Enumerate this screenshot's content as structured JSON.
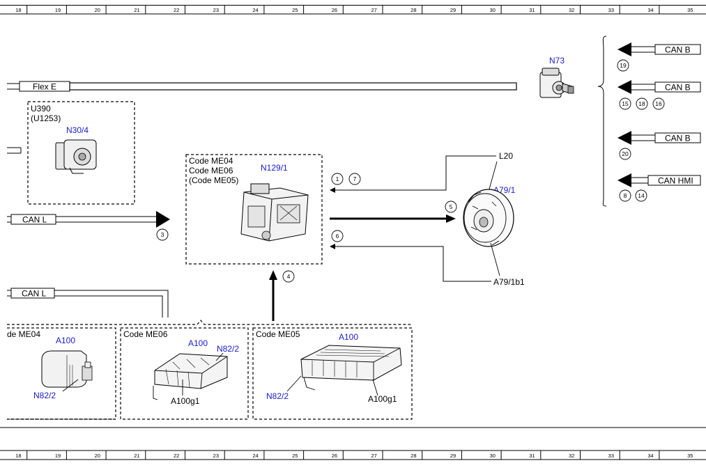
{
  "ruler": [
    "18",
    "19",
    "20",
    "21",
    "22",
    "23",
    "24",
    "25",
    "26",
    "27",
    "28",
    "29",
    "30",
    "31",
    "32",
    "33",
    "34",
    "35"
  ],
  "labels": {
    "flex_e": "Flex E",
    "can_l_1": "CAN L",
    "can_l_2": "CAN L",
    "can_b_1": "CAN B",
    "can_b_2": "CAN B",
    "can_b_3": "CAN B",
    "can_hmi": "CAN HMI",
    "n73": "N73",
    "u390": "U390",
    "u1253": "(U1253)",
    "n30_4": "N30/4",
    "code_me04": "Code ME04",
    "code_me06": "Code ME06",
    "code_me05_paren": "(Code ME05)",
    "n129_1": "N129/1",
    "l20": "L20",
    "a79_1": "A79/1",
    "a79_1b1": "A79/1b1",
    "me04_box_title": "de ME04",
    "me06_box_title": "Code ME06",
    "me05_box_title": "Code ME05",
    "a100_1": "A100",
    "a100_2": "A100",
    "a100_3": "A100",
    "n82_2_1": "N82/2",
    "n82_2_2": "N82/2",
    "n82_2_3": "N82/2",
    "a100g1_1": "A100g1",
    "a100g1_2": "A100g1"
  },
  "callouts": {
    "c1": "1",
    "c7": "7",
    "c3": "3",
    "c4": "4",
    "c5": "5",
    "c6": "6",
    "c19": "19",
    "c15": "15",
    "c18": "18",
    "c16": "16",
    "c20": "20",
    "c8": "8",
    "c14": "14"
  },
  "colors": {
    "component_label": "#1a1acc",
    "text": "#000000"
  }
}
